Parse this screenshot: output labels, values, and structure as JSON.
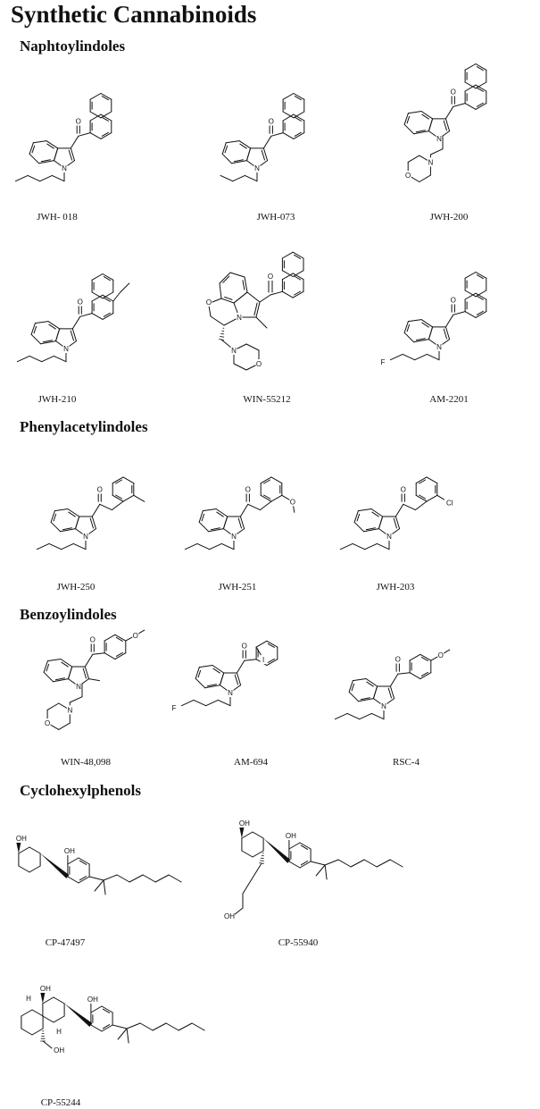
{
  "title": "Synthetic Cannabinoids",
  "sections": [
    {
      "heading": "Naphtoylindoles",
      "compounds": [
        {
          "name": "JWH- 018",
          "structure": "napht-indole",
          "substituent": "pentyl"
        },
        {
          "name": "JWH-073",
          "structure": "napht-indole",
          "substituent": "butyl"
        },
        {
          "name": "JWH-200",
          "structure": "napht-indole",
          "substituent": "morpholinoethyl"
        },
        {
          "name": "JWH-210",
          "structure": "napht-indole-ethyl",
          "substituent": "pentyl"
        },
        {
          "name": "WIN-55212",
          "structure": "win55212",
          "substituent": "morpholinylmethyl"
        },
        {
          "name": "AM-2201",
          "structure": "napht-indole",
          "substituent": "fluoropentyl"
        }
      ]
    },
    {
      "heading": "Phenylacetylindoles",
      "compounds": [
        {
          "name": "JWH-250",
          "structure": "phenylacetyl-indole",
          "substituent": "pentyl"
        },
        {
          "name": "JWH-251",
          "structure": "phenylacetyl-indole",
          "substituent": "pentyl"
        },
        {
          "name": "JWH-203",
          "structure": "phenylacetyl-indole",
          "substituent": "pentyl"
        }
      ]
    },
    {
      "heading": "Benzoylindoles",
      "compounds": [
        {
          "name": "WIN-48,098",
          "structure": "benzoyl-indole",
          "substituent": "morpholinoethyl"
        },
        {
          "name": "AM-694",
          "structure": "benzoyl-indole",
          "substituent": "fluoropentyl"
        },
        {
          "name": "RSC-4",
          "structure": "benzoyl-indole",
          "substituent": "pentyl"
        }
      ]
    },
    {
      "heading": "Cyclohexylphenols",
      "compounds": [
        {
          "name": "CP-47497",
          "structure": "cyclohexylphenol"
        },
        {
          "name": "CP-55940",
          "structure": "cyclohexylphenol-hydroxypropyl"
        },
        {
          "name": "CP-55244",
          "structure": "decalinphenol"
        }
      ]
    }
  ],
  "atoms": {
    "oxygen": "O",
    "nitrogen": "N",
    "fluorine": "F",
    "chlorine": "Cl",
    "iodine": "I",
    "hydroxyl": "OH",
    "hydrogen": "H"
  },
  "colors": {
    "ink": "#111111",
    "background": "#ffffff"
  }
}
